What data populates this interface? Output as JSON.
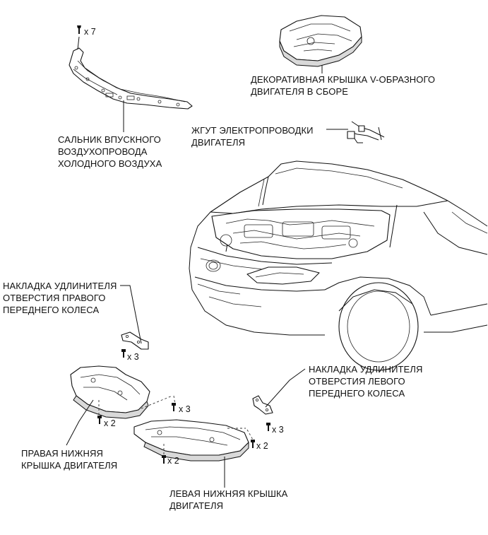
{
  "labels": {
    "cover": [
      "ДЕКОРАТИВНАЯ КРЫШКА V-ОБРАЗНОГО",
      "ДВИГАТЕЛЯ В СБОРЕ"
    ],
    "harness": [
      "ЖГУТ ЭЛЕКТРОПРОВОДКИ",
      "ДВИГАТЕЛЯ"
    ],
    "seal": [
      "САЛЬНИК ВПУСКНОГО",
      "ВОЗДУХОПРОВОДА",
      "ХОЛОДНОГО ВОЗДУХА"
    ],
    "right_ext": [
      "НАКЛАДКА УДЛИНИТЕЛЯ",
      "ОТВЕРСТИЯ ПРАВОГО",
      "ПЕРЕДНЕГО КОЛЕСА"
    ],
    "left_ext": [
      "НАКЛАДКА УДЛИНИТЕЛЯ",
      "ОТВЕРСТИЯ ЛЕВОГО",
      "ПЕРЕДНЕГО КОЛЕСА"
    ],
    "right_under": [
      "ПРАВАЯ НИЖНЯЯ",
      "КРЫШКА ДВИГАТЕЛЯ"
    ],
    "left_under": [
      "ЛЕВАЯ НИЖНЯЯ КРЫШКА",
      "ДВИГАТЕЛЯ"
    ]
  },
  "quantities": {
    "seal_clips": "x 7",
    "right_ext_bolts": "x 3",
    "center_bolts": "x 3",
    "left_ext_bolts": "x 3",
    "right_under_bolts": "x 2",
    "left_under_front_bolts": "x 2",
    "left_under_rear_bolts": "x 2"
  },
  "icons": [
    "clip-icon",
    "bolt-icon"
  ]
}
